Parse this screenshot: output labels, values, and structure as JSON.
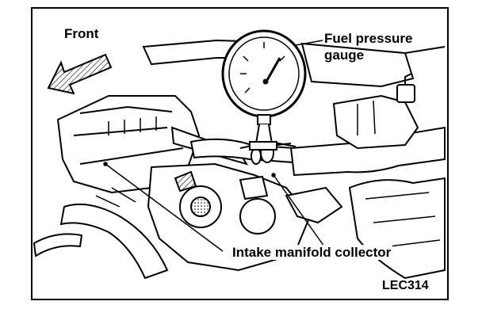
{
  "labels": {
    "front": "Front",
    "fuel_pressure_gauge_line1": "Fuel pressure",
    "fuel_pressure_gauge_line2": "gauge",
    "intake_manifold_collector": "Intake manifold collector",
    "figure_code": "LEC314"
  },
  "colors": {
    "ink": "#000000",
    "paper": "#ffffff",
    "shade": "#c8c8c8"
  }
}
